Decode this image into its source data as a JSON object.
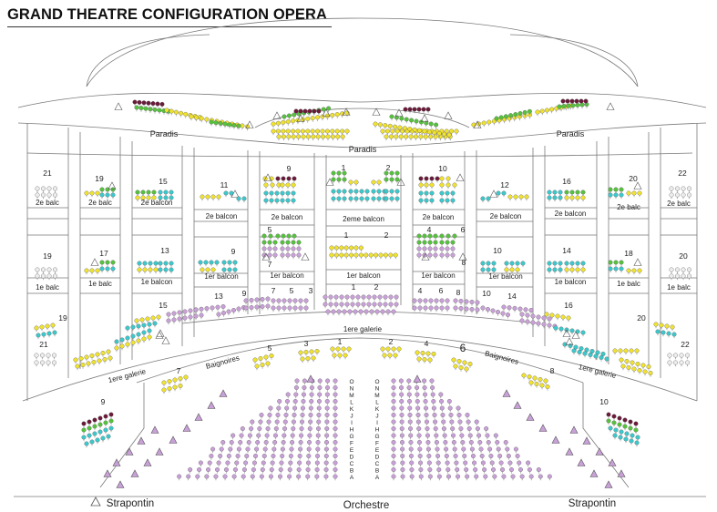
{
  "title": "GRAND THEATRE CONFIGURATION OPERA",
  "colors": {
    "yellow": "#f0e22e",
    "green": "#55c23c",
    "cyan": "#3cc8cc",
    "violet": "#c9a0d8",
    "dark": "#6b1a3a",
    "grey": "#ededed",
    "line": "#7a7a7a"
  },
  "legend": {
    "strapontin_label": "Strapontin",
    "strapontin_icon": "triangle-outline-icon"
  },
  "labels": {
    "paradis_left": "Paradis",
    "paradis_center": "Paradis",
    "paradis_right": "Paradis",
    "balc2_21": "2e balc",
    "balc2_19": "2e balc",
    "balc2_15": "2e balcon",
    "balc2_11": "2e balcon",
    "balc2_9": "2e balcon",
    "balc2_center": "2eme balcon",
    "balc2_10": "2e balcon",
    "balc2_12": "2e balcon",
    "balc2_16": "2e balcon",
    "balc2_20": "2e balc",
    "balc2_22": "2e balc",
    "balc1_19": "1e balc",
    "balc1_17": "1e balc",
    "balc1_13": "1e balcon",
    "balc1_9": "1er balcon",
    "balc1_7": "1er balcon",
    "balc1_center": "1er balcon",
    "balc1_8": "1er balcon",
    "balc1_10": "1er balcon",
    "balc1_14": "1e balcon",
    "balc1_18": "1e balc",
    "balc1_20": "1e balc",
    "galerie_center": "1ere galerie",
    "galerie_left": "1ere galerie",
    "galerie_right": "1ere galerie",
    "baignoires_left": "Baignoires",
    "baignoires_right": "Baignoires",
    "orchestre": "Orchestre",
    "strapontin_left": "Strapontin",
    "strapontin_right": "Strapontin"
  },
  "numbers": {
    "n21a": "21",
    "n19a": "19",
    "n15a": "15",
    "n11a": "11",
    "n9a": "9",
    "n1a": "1",
    "n2a": "2",
    "n10a": "10",
    "n12a": "12",
    "n16a": "16",
    "n20a": "20",
    "n22a": "22",
    "n19b": "19",
    "n17b": "17",
    "n13b": "13",
    "n9b": "9",
    "n5b": "5",
    "n7b": "7",
    "n1b": "1",
    "n2b": "2",
    "n4b": "4",
    "n6b": "6",
    "n8b": "8",
    "n10b": "10",
    "n14b": "14",
    "n18b": "18",
    "n20b": "20",
    "n15c": "15",
    "n13c": "13",
    "n9c": "9",
    "n7c": "7",
    "n5c": "5",
    "n3c": "3",
    "n1c": "1",
    "n2c": "2",
    "n4c": "4",
    "n6c": "6",
    "n8c": "8",
    "n10c": "10",
    "n14c": "14",
    "n16c": "16",
    "n19d": "19",
    "n20d": "20",
    "n21d": "21",
    "n22d": "22",
    "n7d": "7",
    "n5d": "5",
    "n3d": "3",
    "n1d": "1",
    "n2d": "2",
    "n4d": "4",
    "n6d": "6",
    "n8d": "8",
    "n9d": "9",
    "n10d": "10"
  },
  "orchestre_rows": [
    "O",
    "N",
    "M",
    "L",
    "K",
    "J",
    "I",
    "H",
    "G",
    "F",
    "E",
    "D",
    "C",
    "B",
    "A"
  ]
}
